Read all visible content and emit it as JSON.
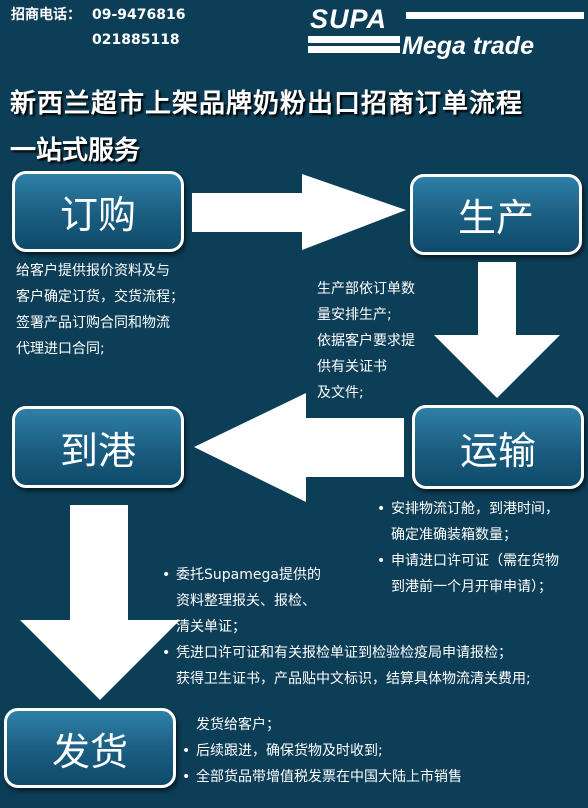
{
  "header": {
    "phone_label": "招商电话：",
    "phone_1": "09-9476816",
    "phone_2": "021885118"
  },
  "logo": {
    "top": "SUPA",
    "bottom": "Mega trade"
  },
  "title": "新西兰超市上架品牌奶粉出口招商订单流程",
  "subtitle": "一站式服务",
  "colors": {
    "background": "#0d3e58",
    "box": "#1a5d80",
    "arrow": "#ffffff"
  },
  "steps": {
    "order": {
      "label": "订购",
      "lines": [
        "给客户提供报价资料及与",
        "客户确定订货，交货流程；",
        "签署产品订购合同和物流",
        "代理进口合同;"
      ]
    },
    "production": {
      "label": "生产",
      "lines": [
        "生产部依订单数",
        "量安排生产;",
        "依据客户要求提",
        "供有关证书",
        "及文件;"
      ]
    },
    "shipping": {
      "label": "运输",
      "bullets": [
        [
          "安排物流订舱，到港时间，",
          "确定准确装箱数量；"
        ],
        [
          "申请进口许可证（需在货物",
          "到港前一个月开审申请）；"
        ]
      ]
    },
    "port": {
      "label": "到港",
      "bullets": [
        [
          "委托Supamega提供的",
          "资料整理报关、报检、",
          "清关单证；"
        ],
        [
          "凭进口许可证和有关报检单证到检验检疫局申请报检；",
          "获得卫生证书，产品贴中文标识，结算具体物流清关费用;"
        ]
      ]
    },
    "delivery": {
      "label": "发货",
      "first_line": "发货给客户；",
      "bullets": [
        "后续跟进，确保货物及时收到;",
        "全部货品带增值税发票在中国大陆上市销售"
      ]
    }
  }
}
